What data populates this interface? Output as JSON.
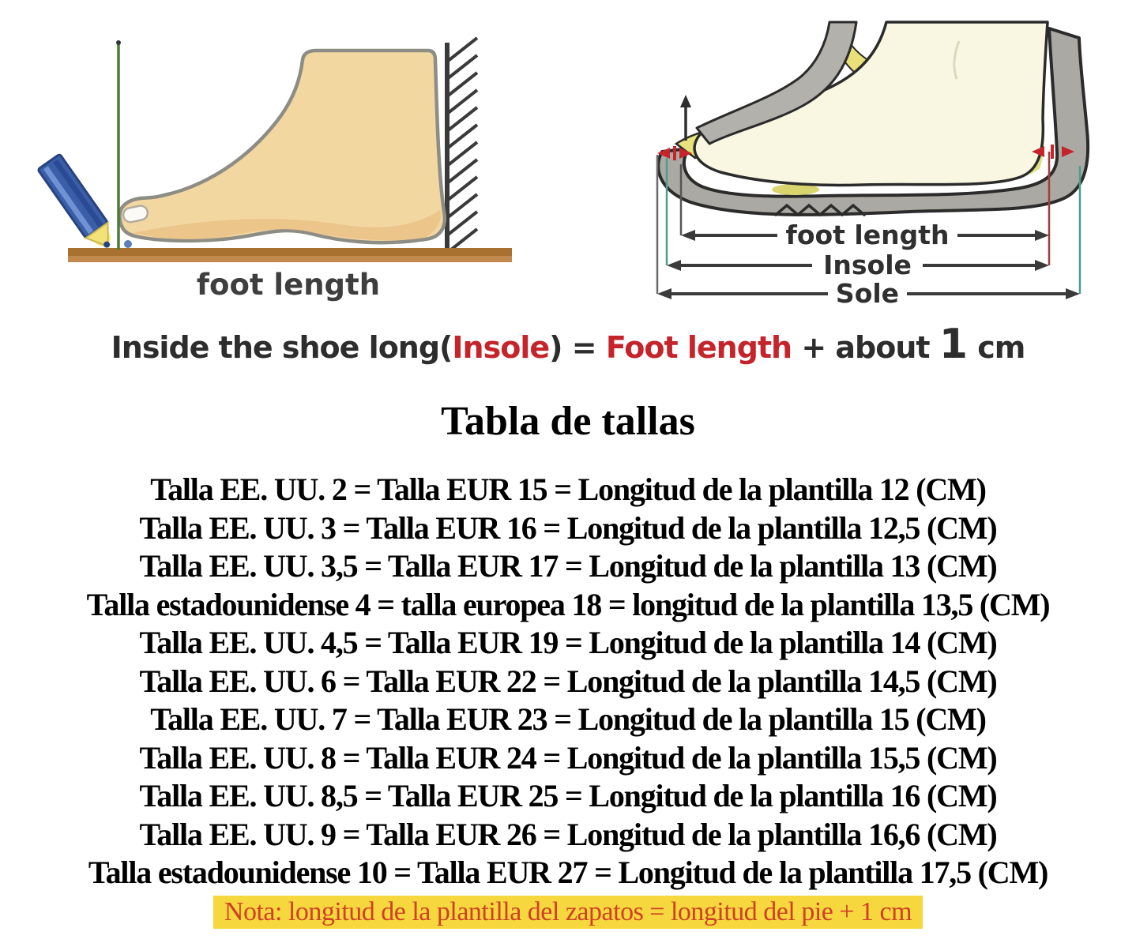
{
  "measure_diagram": {
    "label": "foot length"
  },
  "shoe_diagram": {
    "foot_length_label": "foot length",
    "insole_label": "Insole",
    "sole_label": "Sole"
  },
  "formula": {
    "prefix": "Inside the shoe long(",
    "insole": "Insole",
    "equals": ") = ",
    "foot_length": "Foot length",
    "plus_about": " + about ",
    "one": "1",
    "cm": " cm"
  },
  "size_chart": {
    "title": "Tabla de tallas",
    "rows": [
      "Talla EE. UU. 2 = Talla EUR 15 = Longitud de la plantilla 12 (CM)",
      "Talla EE. UU. 3 = Talla EUR 16 = Longitud de la plantilla 12,5 (CM)",
      "Talla EE. UU. 3,5 = Talla EUR 17 = Longitud de la plantilla 13 (CM)",
      "Talla estadounidense 4 = talla europea 18 = longitud de la plantilla 13,5 (CM)",
      "Talla EE. UU. 4,5 = Talla EUR 19 = Longitud de la plantilla 14 (CM)",
      "Talla EE. UU. 6 = Talla EUR 22 = Longitud de la plantilla 14,5 (CM)",
      "Talla EE. UU. 7 = Talla EUR 23 = Longitud de la plantilla 15 (CM)",
      "Talla EE. UU. 8 = Talla EUR 24 = Longitud de la plantilla 15,5 (CM)",
      "Talla EE. UU. 8,5 = Talla EUR 25 = Longitud de la plantilla 16 (CM)",
      "Talla EE. UU. 9 = Talla EUR 26 = Longitud de la plantilla 16,6 (CM)",
      "Talla estadounidense 10 = Talla EUR 27 = Longitud de la plantilla 17,5 (CM)"
    ],
    "note": "Nota: longitud de la plantilla del zapatos = longitud del pie + 1 cm"
  },
  "colors": {
    "formula_red": "#c5242b",
    "note_background": "#f6d73d",
    "note_text": "#cf4125",
    "foot_skin": "#f3d7a1",
    "shoe_sole_gray": "#aba9a3",
    "insole_yellow": "#e8e37b",
    "floor_brown": "#a9712f",
    "guide_green": "#4b7c33",
    "pencil_blue": "#3b5ea9"
  }
}
